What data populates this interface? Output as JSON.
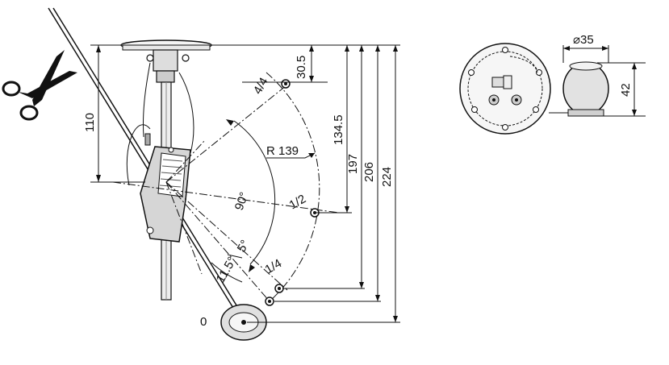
{
  "dimensions": {
    "d110": "110",
    "d30_5": "30.5",
    "d134_5": "134.5",
    "d197": "197",
    "d206": "206",
    "d224": "224",
    "radius": "R 139",
    "angle90": "90°",
    "angle5": "5°",
    "angle11_5": "11.5°",
    "diameter35": "⌀35",
    "d42": "42"
  },
  "float_positions": {
    "full": "4/4",
    "half": "1/2",
    "quarter": "1/4",
    "empty": "0"
  },
  "icons": {
    "cut": "scissors-icon"
  }
}
